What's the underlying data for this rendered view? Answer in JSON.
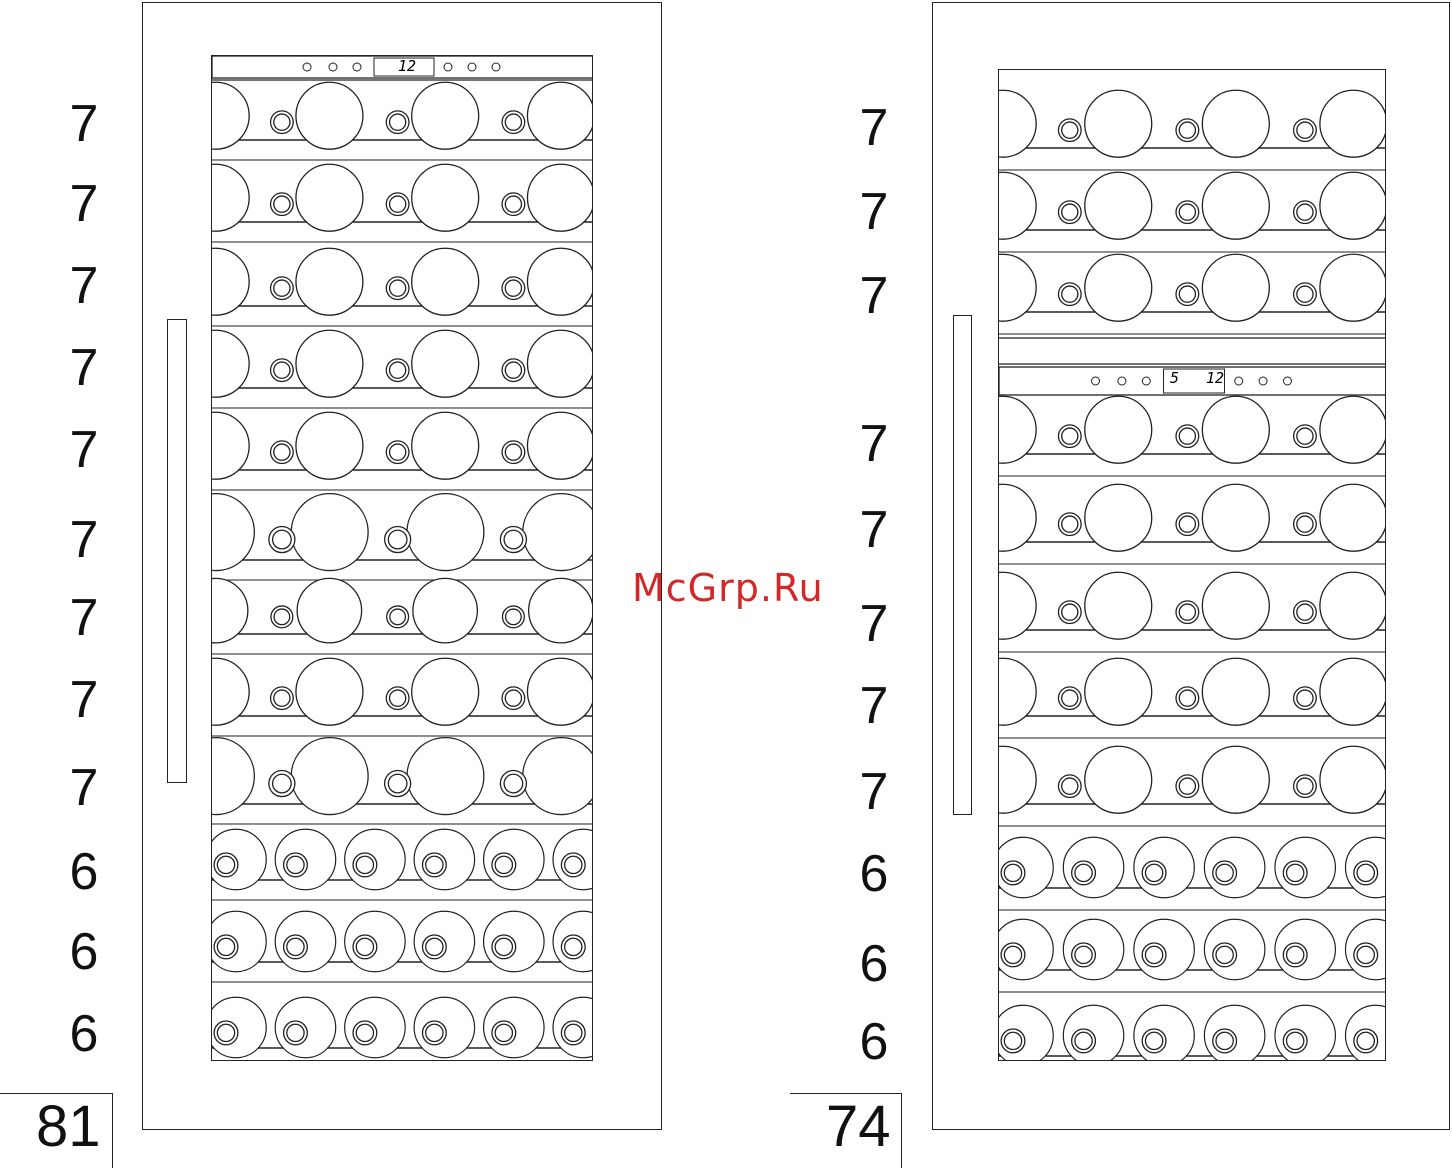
{
  "left_cabinet": {
    "display_value": "12",
    "row_counts": [
      "7",
      "7",
      "7",
      "7",
      "7",
      "7",
      "7",
      "7",
      "7",
      "6",
      "6",
      "6"
    ],
    "total": "81"
  },
  "right_cabinet": {
    "display_left": "5",
    "display_right": "12",
    "row_counts_top": [
      "7",
      "7",
      "7"
    ],
    "row_counts_bottom": [
      "7",
      "7",
      "7",
      "7",
      "7",
      "6",
      "6",
      "6"
    ],
    "total": "74"
  },
  "watermark": "McGrp.Ru",
  "colors": {
    "line": "#222222",
    "watermark": "#d42828"
  }
}
